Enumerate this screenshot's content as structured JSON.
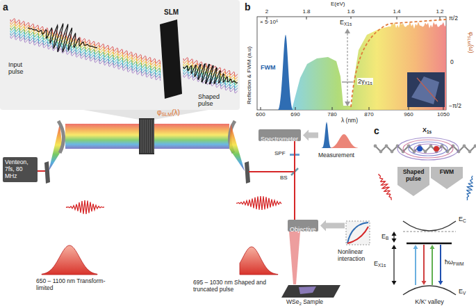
{
  "diagram": {
    "nodes": [
      {
        "text": [
          "Venteon, 7fs, 80 MHz"
        ]
      },
      {
        "text": [
          "Spectrometer"
        ]
      },
      {
        "text": [
          "Objective"
        ]
      },
      {
        "text": [
          "Shaped pulse"
        ]
      },
      {
        "text": [
          "FWM"
        ]
      }
    ],
    "edges": [
      {
        "from": 2,
        "to": 1,
        "arrow": "none"
      }
    ],
    "labels": [
      "a",
      "Input pulse",
      "SLM",
      "Shaped pulse",
      "φSLM(λ)",
      "650 – 1100 nm Transform-limited",
      "695 – 1030 nm Shaped and truncated pulse",
      "Measurement",
      "SPF",
      "BS",
      "Nonlinear interaction",
      "WSe2 Sample",
      "b",
      "E(eV)",
      "2",
      "1.8",
      "1.6",
      "1.4",
      "1.2",
      "Reflection & FWM (a.u)",
      "× 5·10⁶",
      "FWM",
      "EX1s",
      "2γX1s",
      "π/2",
      "0",
      "−π/2",
      "φSLM(ω)",
      "600",
      "690",
      "780",
      "870",
      "960",
      "1050",
      "λ (nm)",
      "c",
      "X1s",
      "EC",
      "EB",
      "EX1s",
      "ħωFWM",
      "K/K′ valley",
      "EV"
    ]
  }
}
